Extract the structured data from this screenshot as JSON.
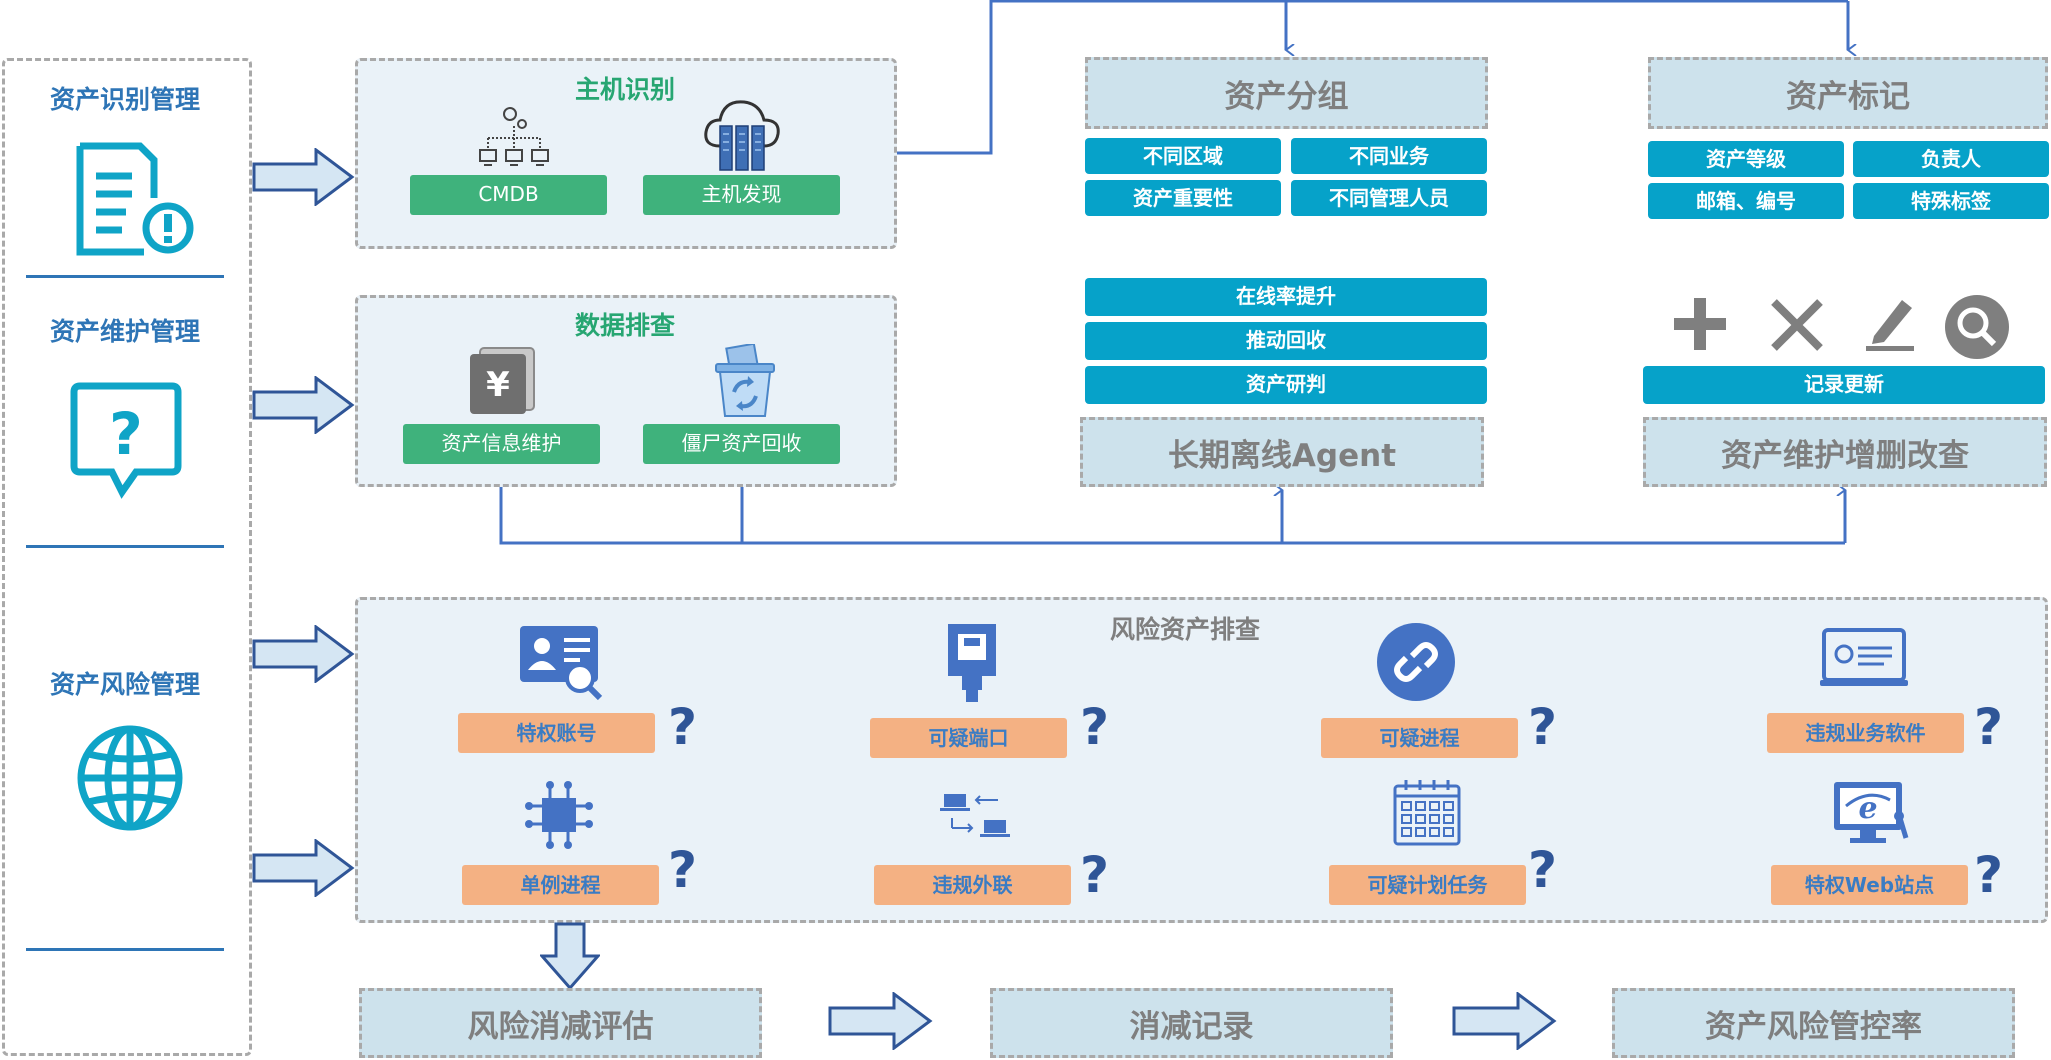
{
  "left_categories": [
    "资产识别管理",
    "资产维护管理",
    "资产风险管理"
  ],
  "host_panel": {
    "title": "主机识别",
    "buttons": [
      "CMDB",
      "主机发现"
    ]
  },
  "data_panel": {
    "title": "数据排查",
    "buttons": [
      "资产信息维护",
      "僵尸资产回收"
    ]
  },
  "asset_group": {
    "title": "资产分组",
    "tags": [
      "不同区域",
      "不同业务",
      "资产重要性",
      "不同管理人员"
    ]
  },
  "asset_mark": {
    "title": "资产标记",
    "tags": [
      "资产等级",
      "负责人",
      "邮箱、编号",
      "特殊标签"
    ]
  },
  "offline_agent": {
    "title": "长期离线Agent",
    "actions": [
      "在线率提升",
      "推动回收",
      "资产研判"
    ]
  },
  "maintenance": {
    "title": "资产维护增删改查",
    "action": "记录更新",
    "icons": [
      "plus-icon",
      "close-icon",
      "edit-icon",
      "search-icon"
    ]
  },
  "risk_panel": {
    "title": "风险资产排查",
    "items": [
      "特权账号",
      "可疑端口",
      "可疑进程",
      "违规业务软件",
      "单例进程",
      "违规外联",
      "可疑计划任务",
      "特权Web站点"
    ],
    "question_mark": "?"
  },
  "bottom_flow": [
    "风险消减评估",
    "消减记录",
    "资产风险管控率"
  ],
  "host_icons": [
    "network-topology-icon",
    "cloud-server-icon"
  ],
  "data_icons": [
    "yen-document-icon",
    "recycle-bin-icon"
  ],
  "left_icons": [
    "document-alert-icon",
    "help-chat-icon",
    "globe-icon"
  ],
  "risk_icons": [
    "id-card-search-icon",
    "network-port-icon",
    "process-link-icon",
    "software-window-icon",
    "chip-icon",
    "laptop-transfer-icon",
    "calendar-icon",
    "web-ie-icon"
  ],
  "colors": {
    "accent_blue": "#2e75b6",
    "green": "#3fb27c",
    "teal": "#06a2c9",
    "orange": "#f4b183",
    "panel_bg": "#eaf2f8",
    "gray_box": "#cde2ec",
    "dark_blue": "#2f5597"
  }
}
